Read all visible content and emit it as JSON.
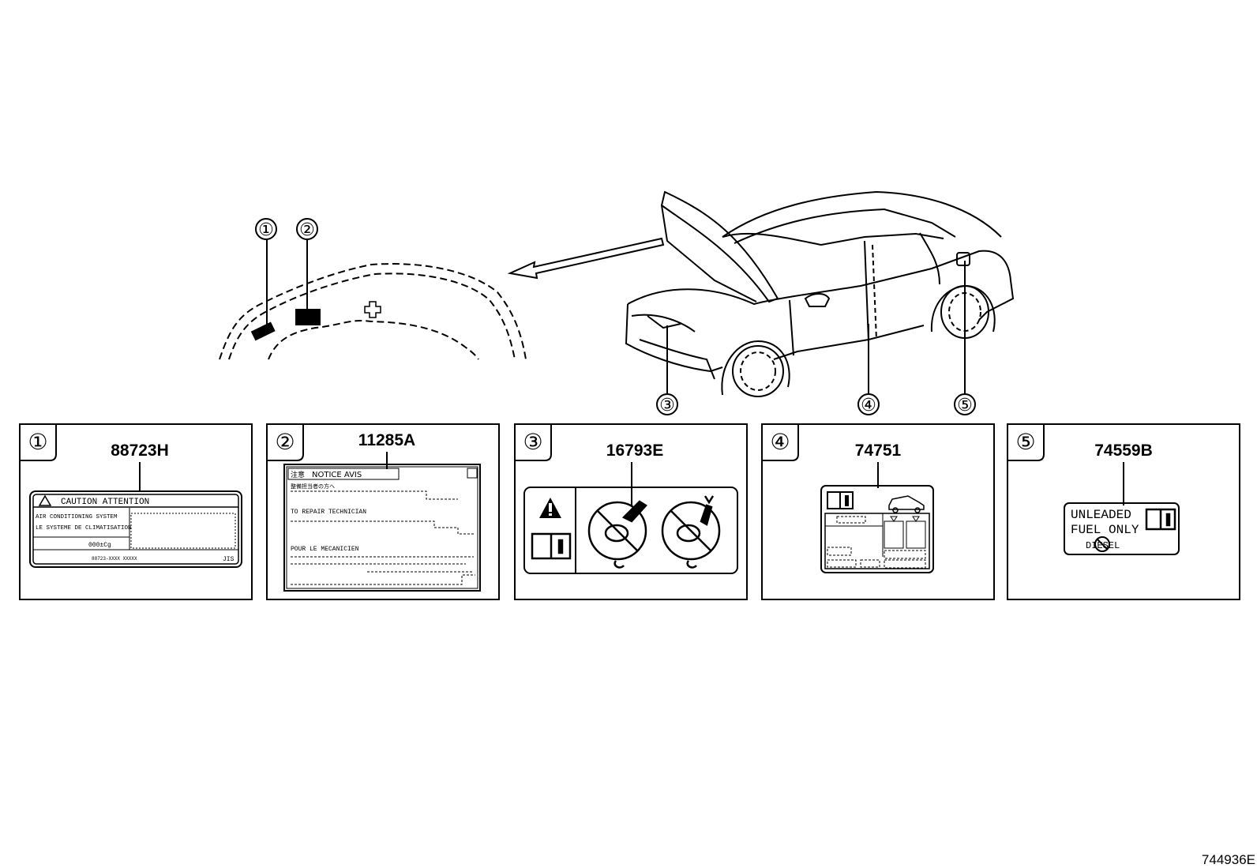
{
  "callouts": [
    "①",
    "②",
    "③",
    "④",
    "⑤"
  ],
  "panels": [
    {
      "index": "①",
      "part": "88723H"
    },
    {
      "index": "②",
      "part": "11285A"
    },
    {
      "index": "③",
      "part": "16793E"
    },
    {
      "index": "④",
      "part": "74751"
    },
    {
      "index": "⑤",
      "part": "74559B"
    }
  ],
  "label1": {
    "header": "CAUTION  ATTENTION",
    "line1": "AIR CONDITIONING SYSTEM",
    "line2": "LE SYSTEME DE CLIMATISATION",
    "refrigerant": "000±Cg",
    "footer_code": "88723-XXXX XXXXX",
    "footer_right": "JIS"
  },
  "label2": {
    "header": "NOTICE   AVIS",
    "header_jp": "注意",
    "line_jp": "整備担当者の方へ",
    "line_en": "TO REPAIR TECHNICIAN",
    "line_fr": "POUR LE MECANICIEN"
  },
  "label5": {
    "line1": "UNLEADED",
    "line2": "FUEL ONLY",
    "diesel": "DIESEL"
  },
  "figure_id": "744936E"
}
